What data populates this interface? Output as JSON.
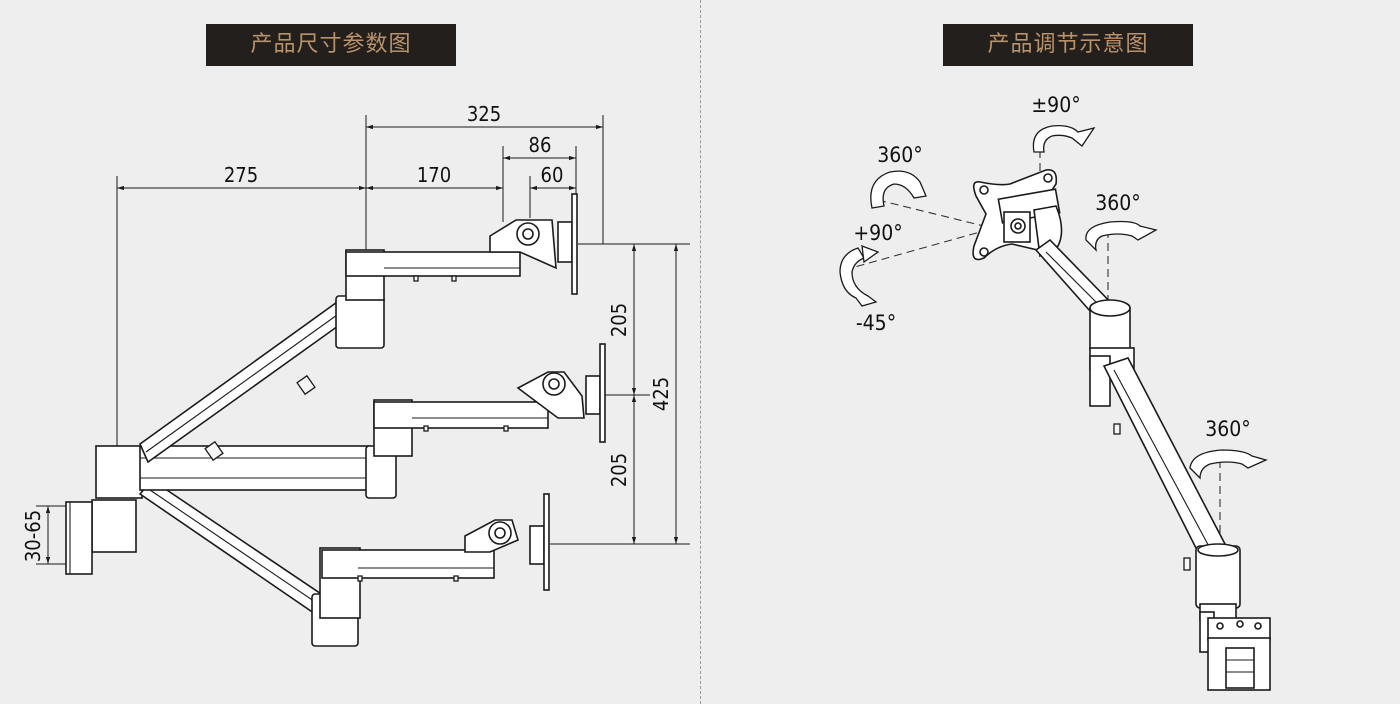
{
  "titles": {
    "left": "产品尺寸参数图",
    "right": "产品调节示意图"
  },
  "dimensions": {
    "d325": "325",
    "d86": "86",
    "d60": "60",
    "d275": "275",
    "d170": "170",
    "d205_top": "205",
    "d205_bottom": "205",
    "d425": "425",
    "d30_65": "30-65"
  },
  "angles": {
    "tilt": "±90°",
    "rotate_head": "360°",
    "pan_top": "360°",
    "plus90": "+90°",
    "minus45": "-45°",
    "pan_bottom": "360°"
  },
  "colors": {
    "background": "#eeeeee",
    "title_bg": "#231f1c",
    "title_text": "#b8926a"
  }
}
